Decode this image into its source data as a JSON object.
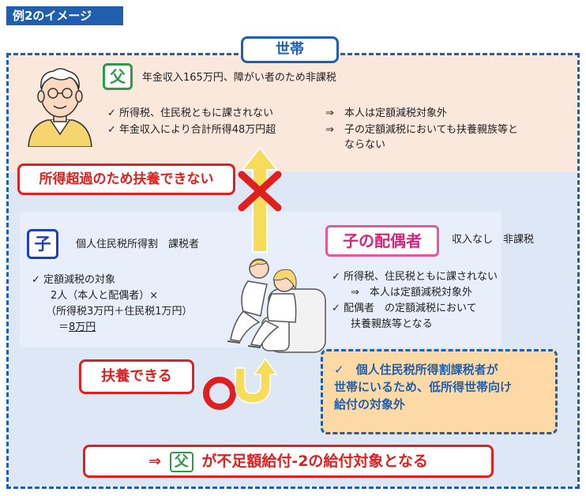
{
  "header": {
    "title": "例2のイメージ"
  },
  "household": {
    "label": "世帯"
  },
  "father": {
    "badge": "父",
    "status": "年金収入165万円、障がい者のため非課税",
    "items": [
      {
        "condition": "✓ 所得税、住民税ともに課されない",
        "arrow": "⇒",
        "result": "本人は定額減税対象外"
      },
      {
        "condition": "✓ 年金収入により合計所得48万円超",
        "arrow": "⇒",
        "result": "子の定額減税においても扶養親族等と"
      }
    ],
    "result_cont": "ならない"
  },
  "cannot_support": "所得超過のため扶養できない",
  "child": {
    "badge": "子",
    "status": "個人住民税所得割　課税者",
    "lines": [
      "✓ 定額減税の対象",
      "2人（本人と配偶者）×",
      "（所得税3万円＋住民税1万円）",
      "＝",
      "8万円"
    ]
  },
  "spouse": {
    "badge": "子の配偶者",
    "status": "収入なし　非課税",
    "lines": [
      "✓ 所得税、住民税ともに課されない",
      "⇒　本人は定額減税対象外",
      "✓ 配偶者　の定額減税において",
      "扶養親族等となる"
    ]
  },
  "can_support": "扶養できる",
  "note": {
    "lines": [
      "✓　個人住民税所得割課税者が",
      "世帯にいるため、低所得世帯向け",
      "給付の対象外"
    ]
  },
  "conclusion": {
    "arrow": "⇒",
    "badge": "父",
    "text": "が不足額給付-2の給付対象となる"
  },
  "colors": {
    "navy": "#1f5fae",
    "red": "#e02020",
    "green": "#2e9a4a",
    "pink": "#e05b9d",
    "orange": "#fdd9a5",
    "arrow_yellow": "#f7dc5c"
  },
  "icons": {
    "father": "elderly-man-icon",
    "couple": "couple-on-sofa-icon",
    "cross": "x-mark-icon",
    "circle": "circle-mark-icon",
    "up_arrow": "up-arrow-icon",
    "uturn_arrow": "u-turn-arrow-icon"
  }
}
